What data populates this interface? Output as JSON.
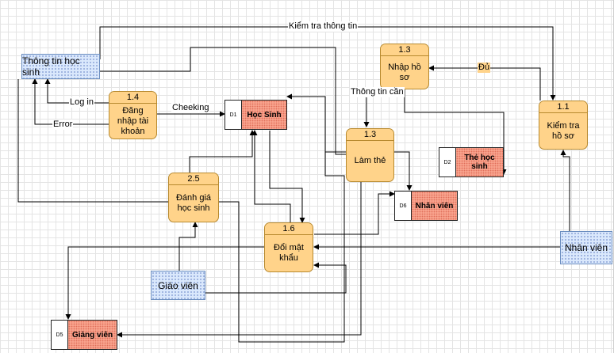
{
  "entities": {
    "student_info": "Thông tin học sinh",
    "teacher": "Giáo viên",
    "staff": "Nhân viên"
  },
  "processes": {
    "login": {
      "id": "1.4",
      "name": "Đăng nhập tài khoản"
    },
    "import_profile": {
      "id": "1.3",
      "name": "Nhập hồ sơ"
    },
    "check_profile": {
      "id": "1.1",
      "name": "Kiểm tra hồ sơ"
    },
    "make_card": {
      "id": "1.3",
      "name": "Làm thẻ"
    },
    "evaluate": {
      "id": "2.5",
      "name": "Đánh giá học sinh"
    },
    "change_password": {
      "id": "1.6",
      "name": "Đổi mật khẩu"
    }
  },
  "stores": {
    "students": {
      "id": "D1",
      "name": "Học Sinh"
    },
    "student_card": {
      "id": "D2",
      "name": "Thẻ học sinh"
    },
    "staff_store": {
      "id": "D6",
      "name": "Nhân viên"
    },
    "lecturers": {
      "id": "D5",
      "name": "Giảng viên"
    }
  },
  "flows": {
    "check_info": "Kiểm tra thông tin",
    "login": "Log in",
    "error": "Error",
    "checking": "Cheeking",
    "info_needed": "Thông tin cần",
    "enough": "Đủ"
  }
}
